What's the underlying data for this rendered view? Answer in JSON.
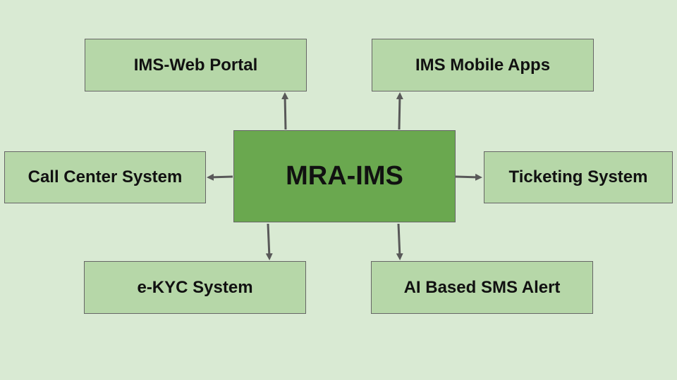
{
  "colors": {
    "background": "#d9ead3",
    "center_fill": "#6aa84f",
    "satellite_fill": "#b6d7a8",
    "border": "#666666",
    "arrow": "#595959"
  },
  "center": {
    "label": "MRA-IMS"
  },
  "nodes": {
    "web_portal": "IMS-Web Portal",
    "mobile_apps": "IMS Mobile Apps",
    "call_center": "Call Center System",
    "ticketing": "Ticketing System",
    "ekyc": "e-KYC System",
    "sms_alert": "AI Based SMS Alert"
  },
  "edges": [
    {
      "from": "center",
      "to": "web_portal"
    },
    {
      "from": "center",
      "to": "mobile_apps"
    },
    {
      "from": "center",
      "to": "call_center"
    },
    {
      "from": "center",
      "to": "ticketing"
    },
    {
      "from": "center",
      "to": "ekyc"
    },
    {
      "from": "center",
      "to": "sms_alert"
    }
  ]
}
